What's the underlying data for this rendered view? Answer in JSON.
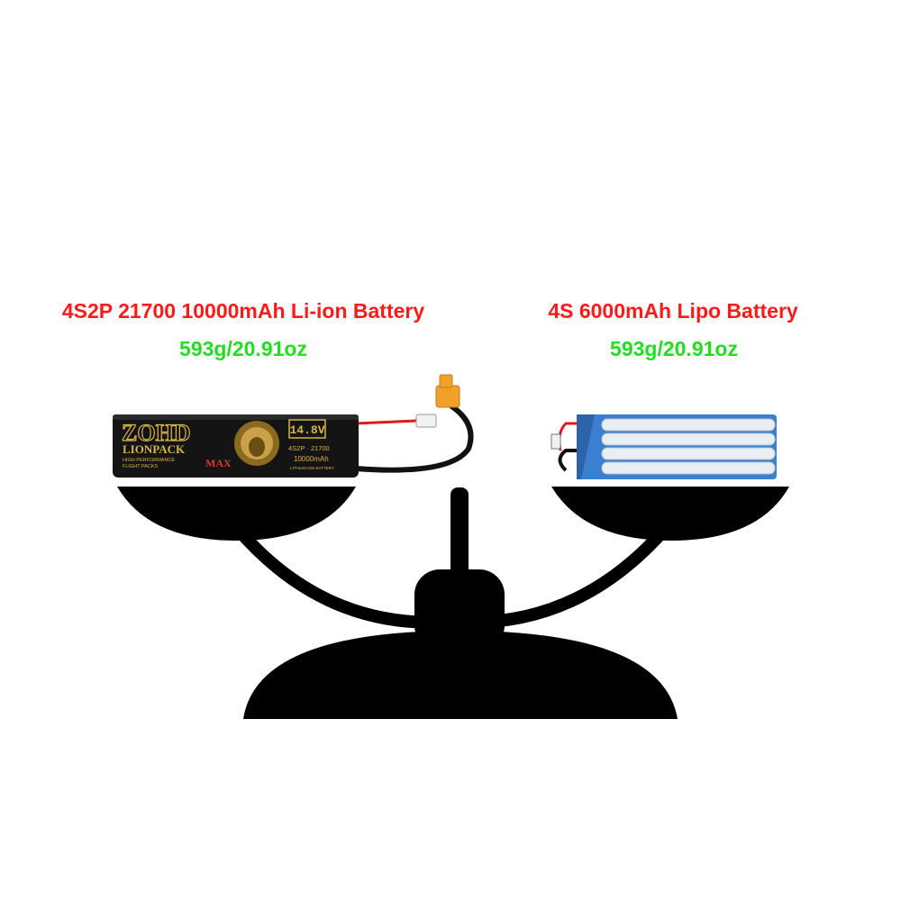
{
  "left_battery": {
    "name": "4S2P 21700 10000mAh Li-ion Battery",
    "weight": "593g/20.91oz",
    "label": {
      "brand": "ZOHD",
      "product": "LIONPACK",
      "tagline_1": "HIGH PERFORMANCE",
      "tagline_2": "FLIGHT PACKS",
      "edition": "MAX",
      "voltage": "14.8V",
      "config": "4S2P · 21700",
      "capacity": "10000mAh",
      "chemistry": "LITHIUM ION BATTERY"
    }
  },
  "right_battery": {
    "name": "4S 6000mAh Lipo Battery",
    "weight": "593g/20.91oz"
  },
  "colors": {
    "name_text": "#ff1a1a",
    "weight_text": "#22dd22",
    "scale": "#000000",
    "lipo_wrap": "#3a7fd0",
    "label_gold": "#d9b44a"
  },
  "icons": {
    "scale": "balance-scale-icon",
    "lion": "lion-head-icon"
  }
}
